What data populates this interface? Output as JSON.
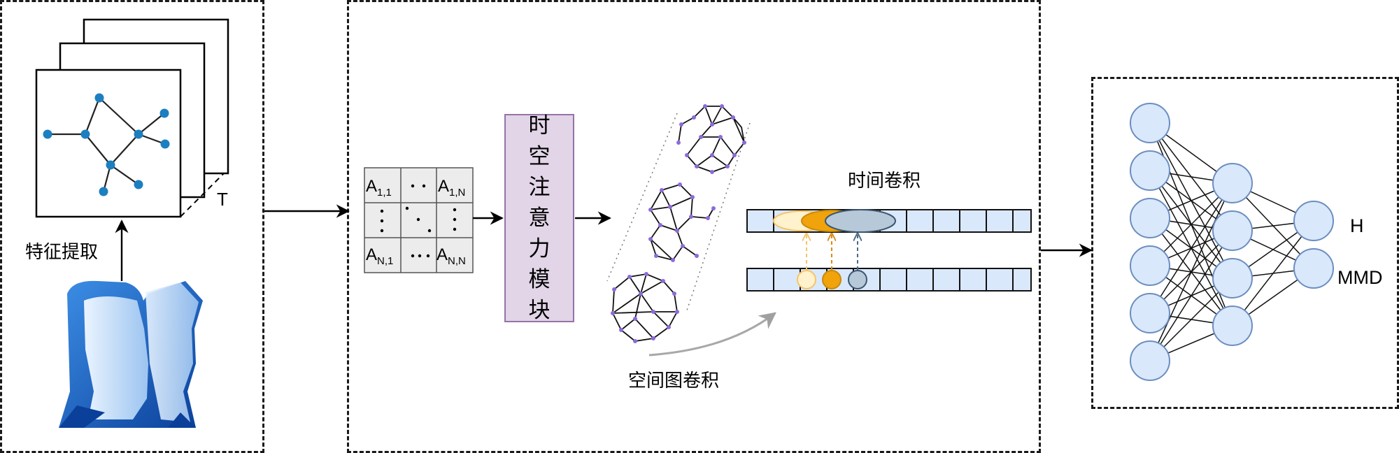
{
  "feature_extraction": {
    "label": "特征提取",
    "frames_label": "T"
  },
  "matrix": {
    "cells": [
      "A",
      "1,1",
      "A",
      "1,N",
      "A",
      "N,1",
      "A",
      "N,N"
    ]
  },
  "attention_module": {
    "label": "时空注意力模块"
  },
  "spatial_conv": {
    "label": "空间图卷积"
  },
  "temporal_conv": {
    "label": "时间卷积"
  },
  "outputs": {
    "h_label": "H",
    "mmd_label": "MMD"
  },
  "colors": {
    "attention_fill": "#e1d5e7",
    "cell_fill": "#dae8fc",
    "node_fill": "#dae8fc",
    "orange": "#f0a30a",
    "pale_yellow": "#fff2cc",
    "gray_blue": "#b0c4d6",
    "graph_node": "#1c7fc0",
    "skeleton_node": "#8c6bdb"
  }
}
